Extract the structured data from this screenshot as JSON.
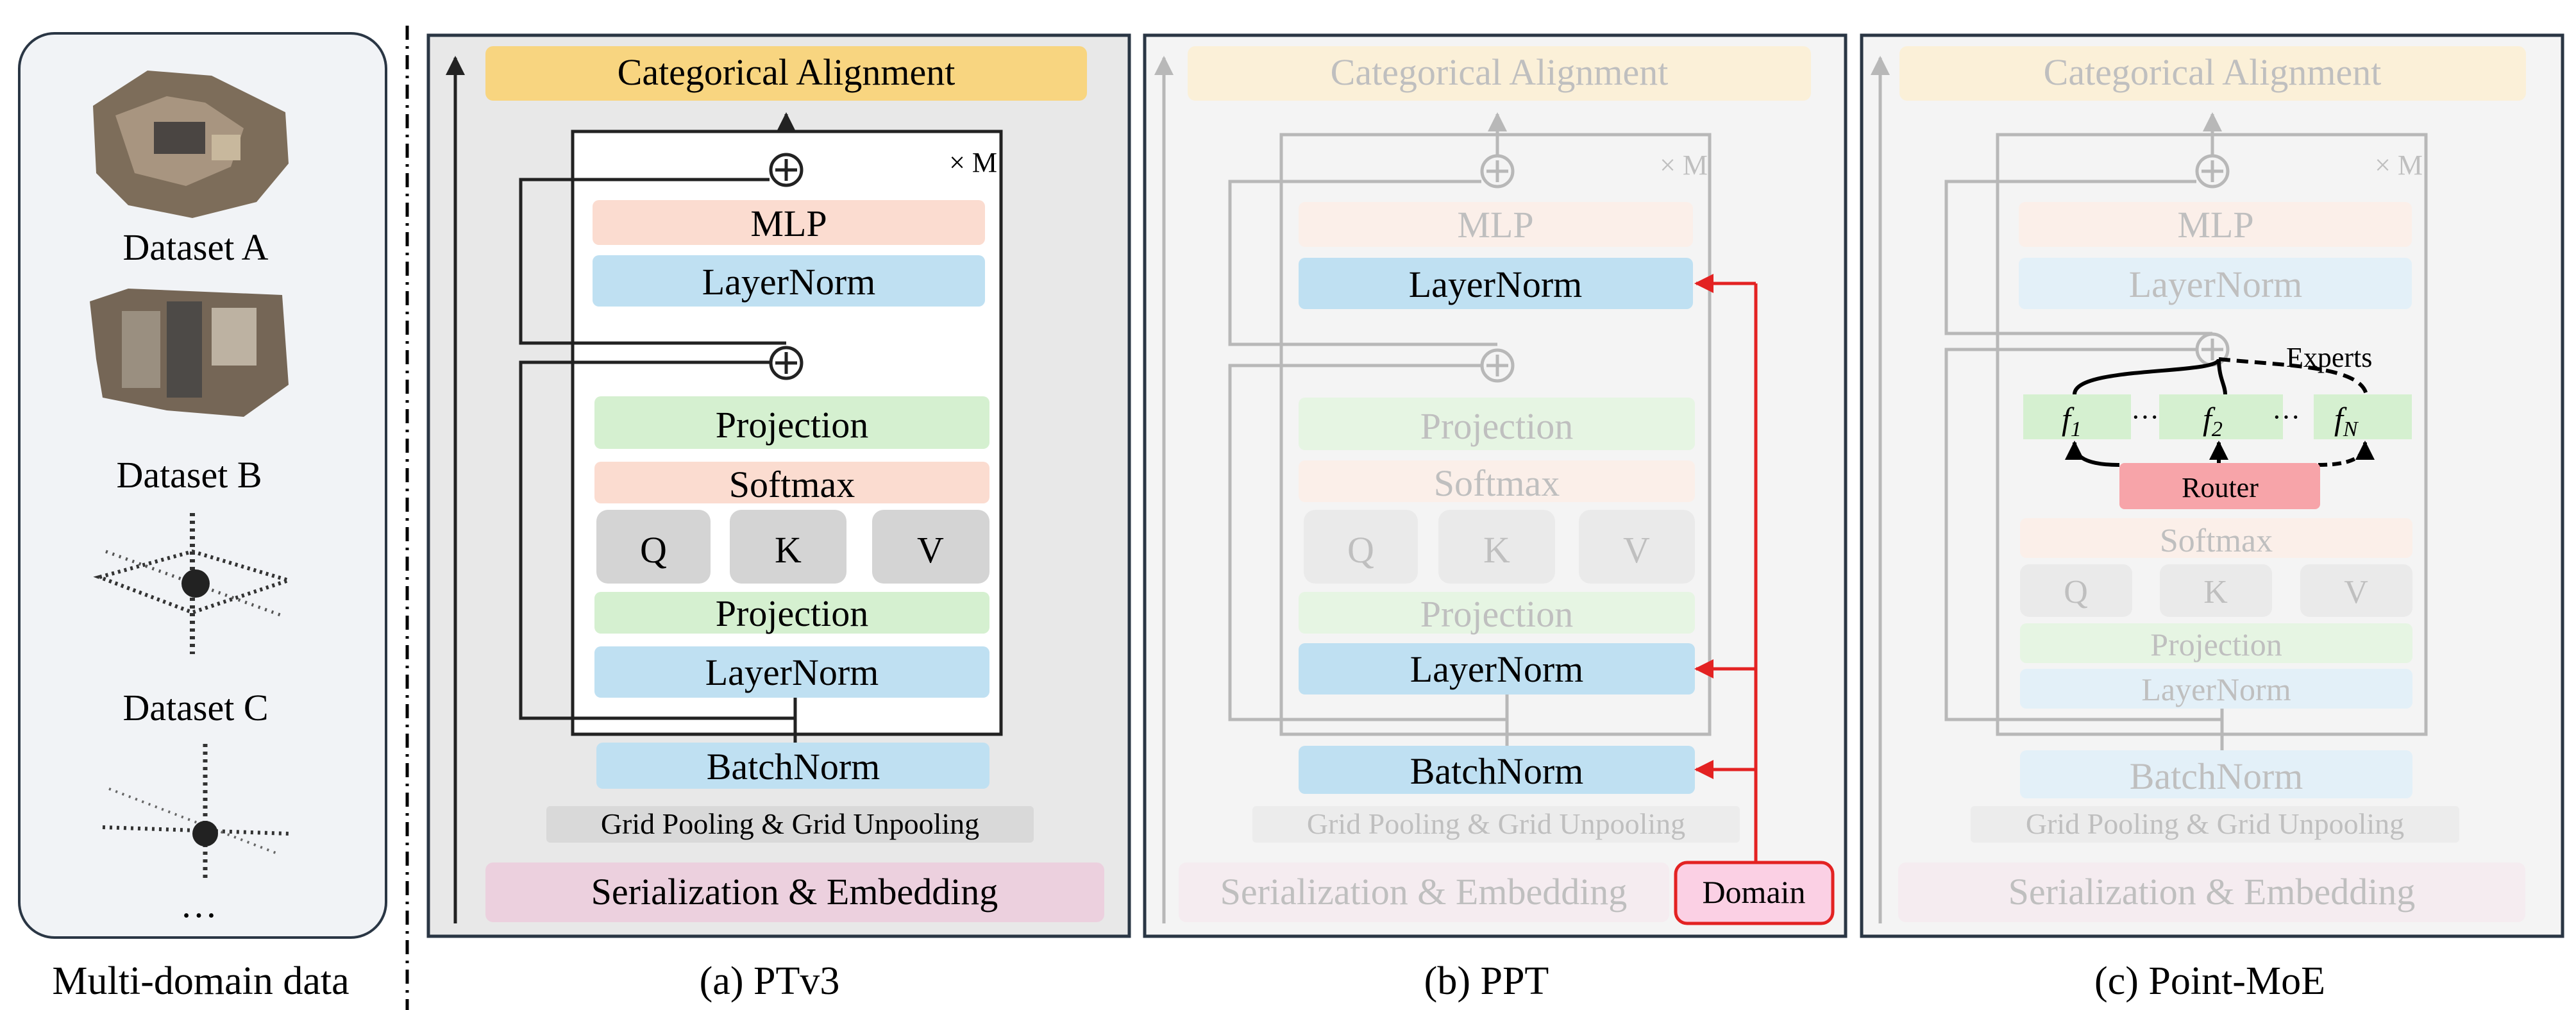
{
  "left_panel": {
    "datasets": [
      "Dataset A",
      "Dataset B",
      "Dataset C"
    ],
    "ellipsis": "…",
    "caption": "Multi-domain data"
  },
  "common": {
    "categorical_alignment": "Categorical Alignment",
    "times_m": "× M",
    "mlp": "MLP",
    "layernorm": "LayerNorm",
    "projection": "Projection",
    "softmax": "Softmax",
    "q": "Q",
    "k": "K",
    "v": "V",
    "batchnorm": "BatchNorm",
    "grid_pooling": "Grid Pooling & Grid Unpooling",
    "serialization": "Serialization & Embedding"
  },
  "panel_a": {
    "caption": "(a) PTv3"
  },
  "panel_b": {
    "caption": "(b) PPT",
    "domain": "Domain"
  },
  "panel_c": {
    "caption": "(c) Point-MoE",
    "experts": "Experts",
    "router": "Router",
    "expert_labels": [
      "f",
      "f",
      "f"
    ],
    "expert_subscripts": [
      "1",
      "2",
      "N"
    ],
    "dots": "···"
  },
  "colors": {
    "categorical": "#f8d580",
    "mlp": "#fbdcd0",
    "layernorm": "#bfe0f2",
    "projection": "#d5f0d0",
    "softmax": "#fbdcd0",
    "qkv": "#d4d4d4",
    "batchnorm": "#bfe0f2",
    "grid": "#d9d9d9",
    "serialization": "#ecd0de",
    "domain_fill": "#fbd0e4",
    "router_fill": "#f7a4a9",
    "red_arrow": "#e32222",
    "panel_a_bg": "#e8e8e8",
    "panel_bc_bg": "#f4f4f4"
  }
}
